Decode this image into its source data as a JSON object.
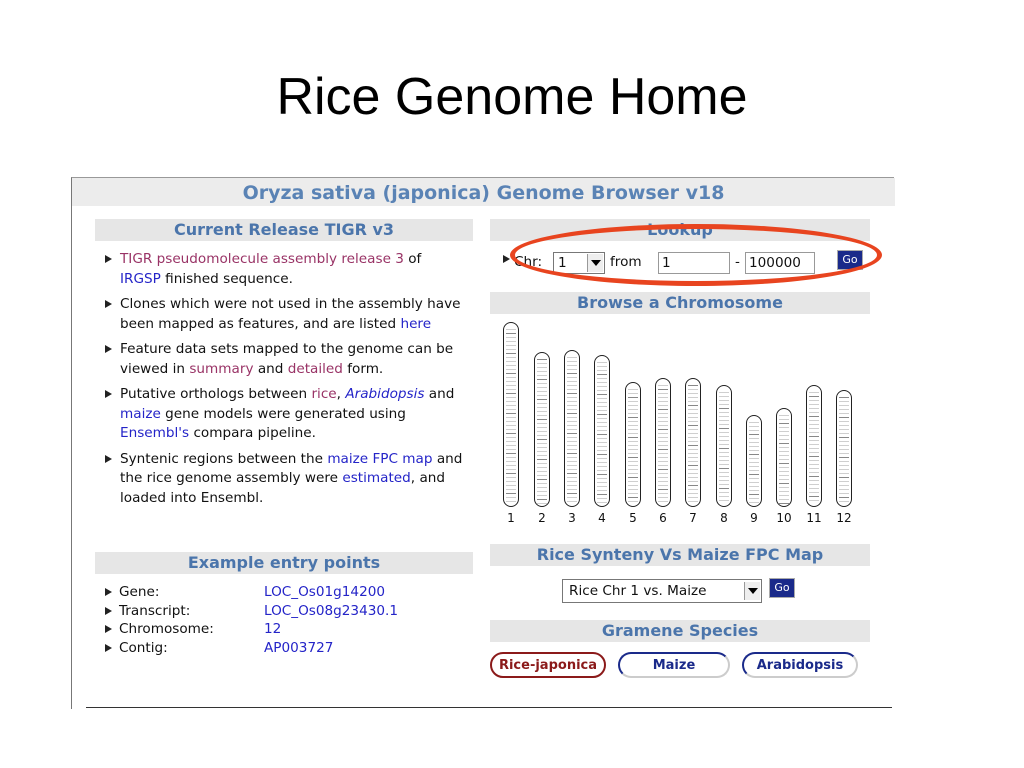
{
  "slide": {
    "title": "Rice Genome Home"
  },
  "banner": {
    "title": "Oryza sativa (japonica) Genome Browser v18"
  },
  "left": {
    "release_header": "Current Release TIGR v3",
    "b1": {
      "link1": "TIGR pseudomolecule assembly release 3",
      "t1": " of ",
      "link2": "IRGSP",
      "t2": " finished sequence."
    },
    "b2": {
      "t1": "Clones which were not used in the assembly have been mapped as features, and are listed ",
      "link1": "here"
    },
    "b3": {
      "t1": "Feature data sets mapped to the genome can be viewed in ",
      "link1": "summary",
      "t2": " and ",
      "link2": "detailed",
      "t3": " form."
    },
    "b4": {
      "t1": "Putative orthologs between ",
      "link1": "rice",
      "t2": ", ",
      "link2": "Arabidopsis",
      "t3": " and ",
      "link3": "maize",
      "t4": " gene models were generated using ",
      "link4": "Ensembl's",
      "t5": " compara pipeline."
    },
    "b5": {
      "t1": "Syntenic regions between the ",
      "link1": "maize FPC map",
      "t2": " and the rice genome assembly were ",
      "link2": "estimated",
      "t3": ", and loaded into Ensembl."
    },
    "examples_header": "Example entry points",
    "entries": [
      {
        "label": "Gene:",
        "value": "LOC_Os01g14200"
      },
      {
        "label": "Transcript:",
        "value": "LOC_Os08g23430.1"
      },
      {
        "label": "Chromosome:",
        "value": "12"
      },
      {
        "label": "Contig:",
        "value": "AP003727"
      }
    ]
  },
  "lookup": {
    "header": "Lookup",
    "chr_label": "Chr:",
    "chr_value": "1",
    "from_label": "from",
    "from_value": "1",
    "dash": "-",
    "to_value": "100000",
    "go_label": "Go"
  },
  "browse": {
    "header": "Browse a Chromosome",
    "chromosomes": [
      "1",
      "2",
      "3",
      "4",
      "5",
      "6",
      "7",
      "8",
      "9",
      "10",
      "11",
      "12"
    ]
  },
  "synteny": {
    "header": "Rice Synteny Vs Maize FPC Map",
    "select_value": "Rice Chr 1 vs. Maize",
    "go_label": "Go"
  },
  "species": {
    "header": "Gramene Species",
    "buttons": [
      {
        "label": "Rice-japonica",
        "selected": true
      },
      {
        "label": "Maize",
        "selected": false
      },
      {
        "label": "Arabidopsis",
        "selected": false
      }
    ]
  },
  "colors": {
    "header_text": "#4b75ab",
    "banner_text": "#5a83b5",
    "link_purple": "#993366",
    "link_blue": "#2424c8",
    "highlight": "#e8441f",
    "go_button": "#1a2a8a",
    "selected_species": "#8b1a1a",
    "species_border": "#1a2a8a"
  }
}
